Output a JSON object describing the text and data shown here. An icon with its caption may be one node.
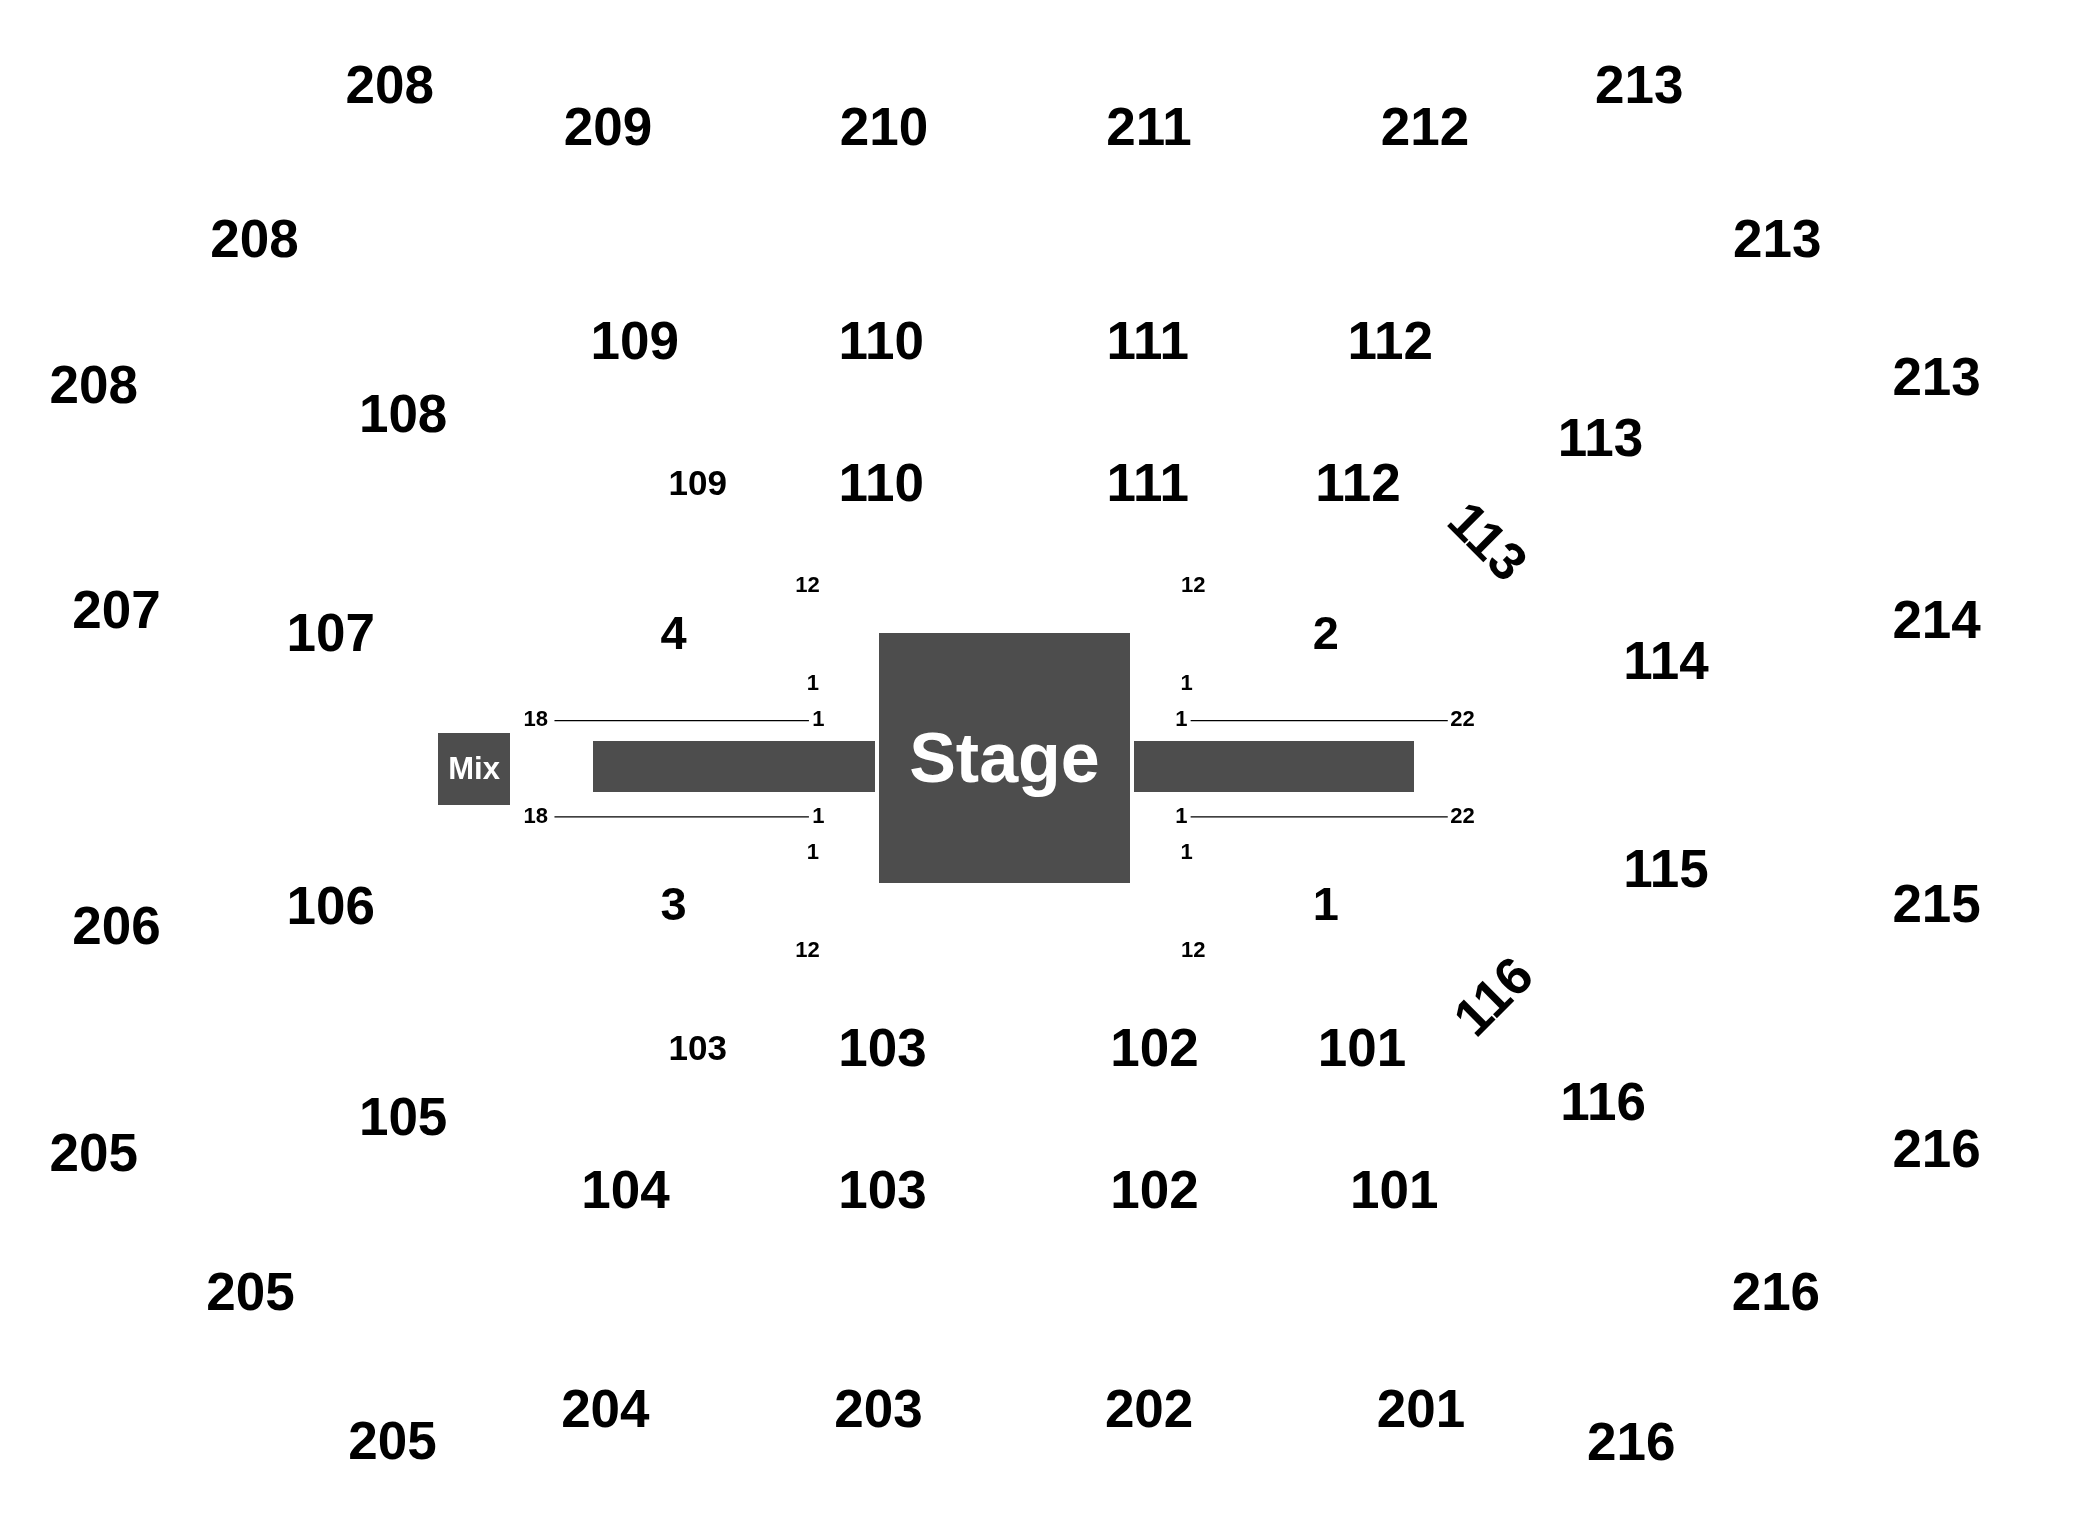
{
  "diagram": {
    "nodes": [
      {
        "text": [
          "Stage"
        ]
      },
      {
        "text": [
          "Mix"
        ]
      },
      {
        "text": [],
        "shape": "bar"
      },
      {
        "text": [],
        "shape": "bar"
      }
    ],
    "labels": [
      "208",
      "213",
      "209",
      "210",
      "211",
      "212",
      "208",
      "213",
      "109",
      "110",
      "111",
      "112",
      "208",
      "213",
      "108",
      "113",
      "109",
      "110",
      "111",
      "112",
      "113",
      "12",
      "12",
      "207",
      "107",
      "4",
      "2",
      "114",
      "214",
      "1",
      "1",
      "18",
      "1",
      "1",
      "22",
      "18",
      "1",
      "1",
      "22",
      "1",
      "1",
      "206",
      "106",
      "3",
      "1",
      "115",
      "215",
      "12",
      "12",
      "116",
      "103",
      "103",
      "102",
      "101",
      "105",
      "116",
      "205",
      "216",
      "104",
      "103",
      "102",
      "101",
      "205",
      "216",
      "204",
      "203",
      "202",
      "201",
      "205",
      "216"
    ]
  }
}
